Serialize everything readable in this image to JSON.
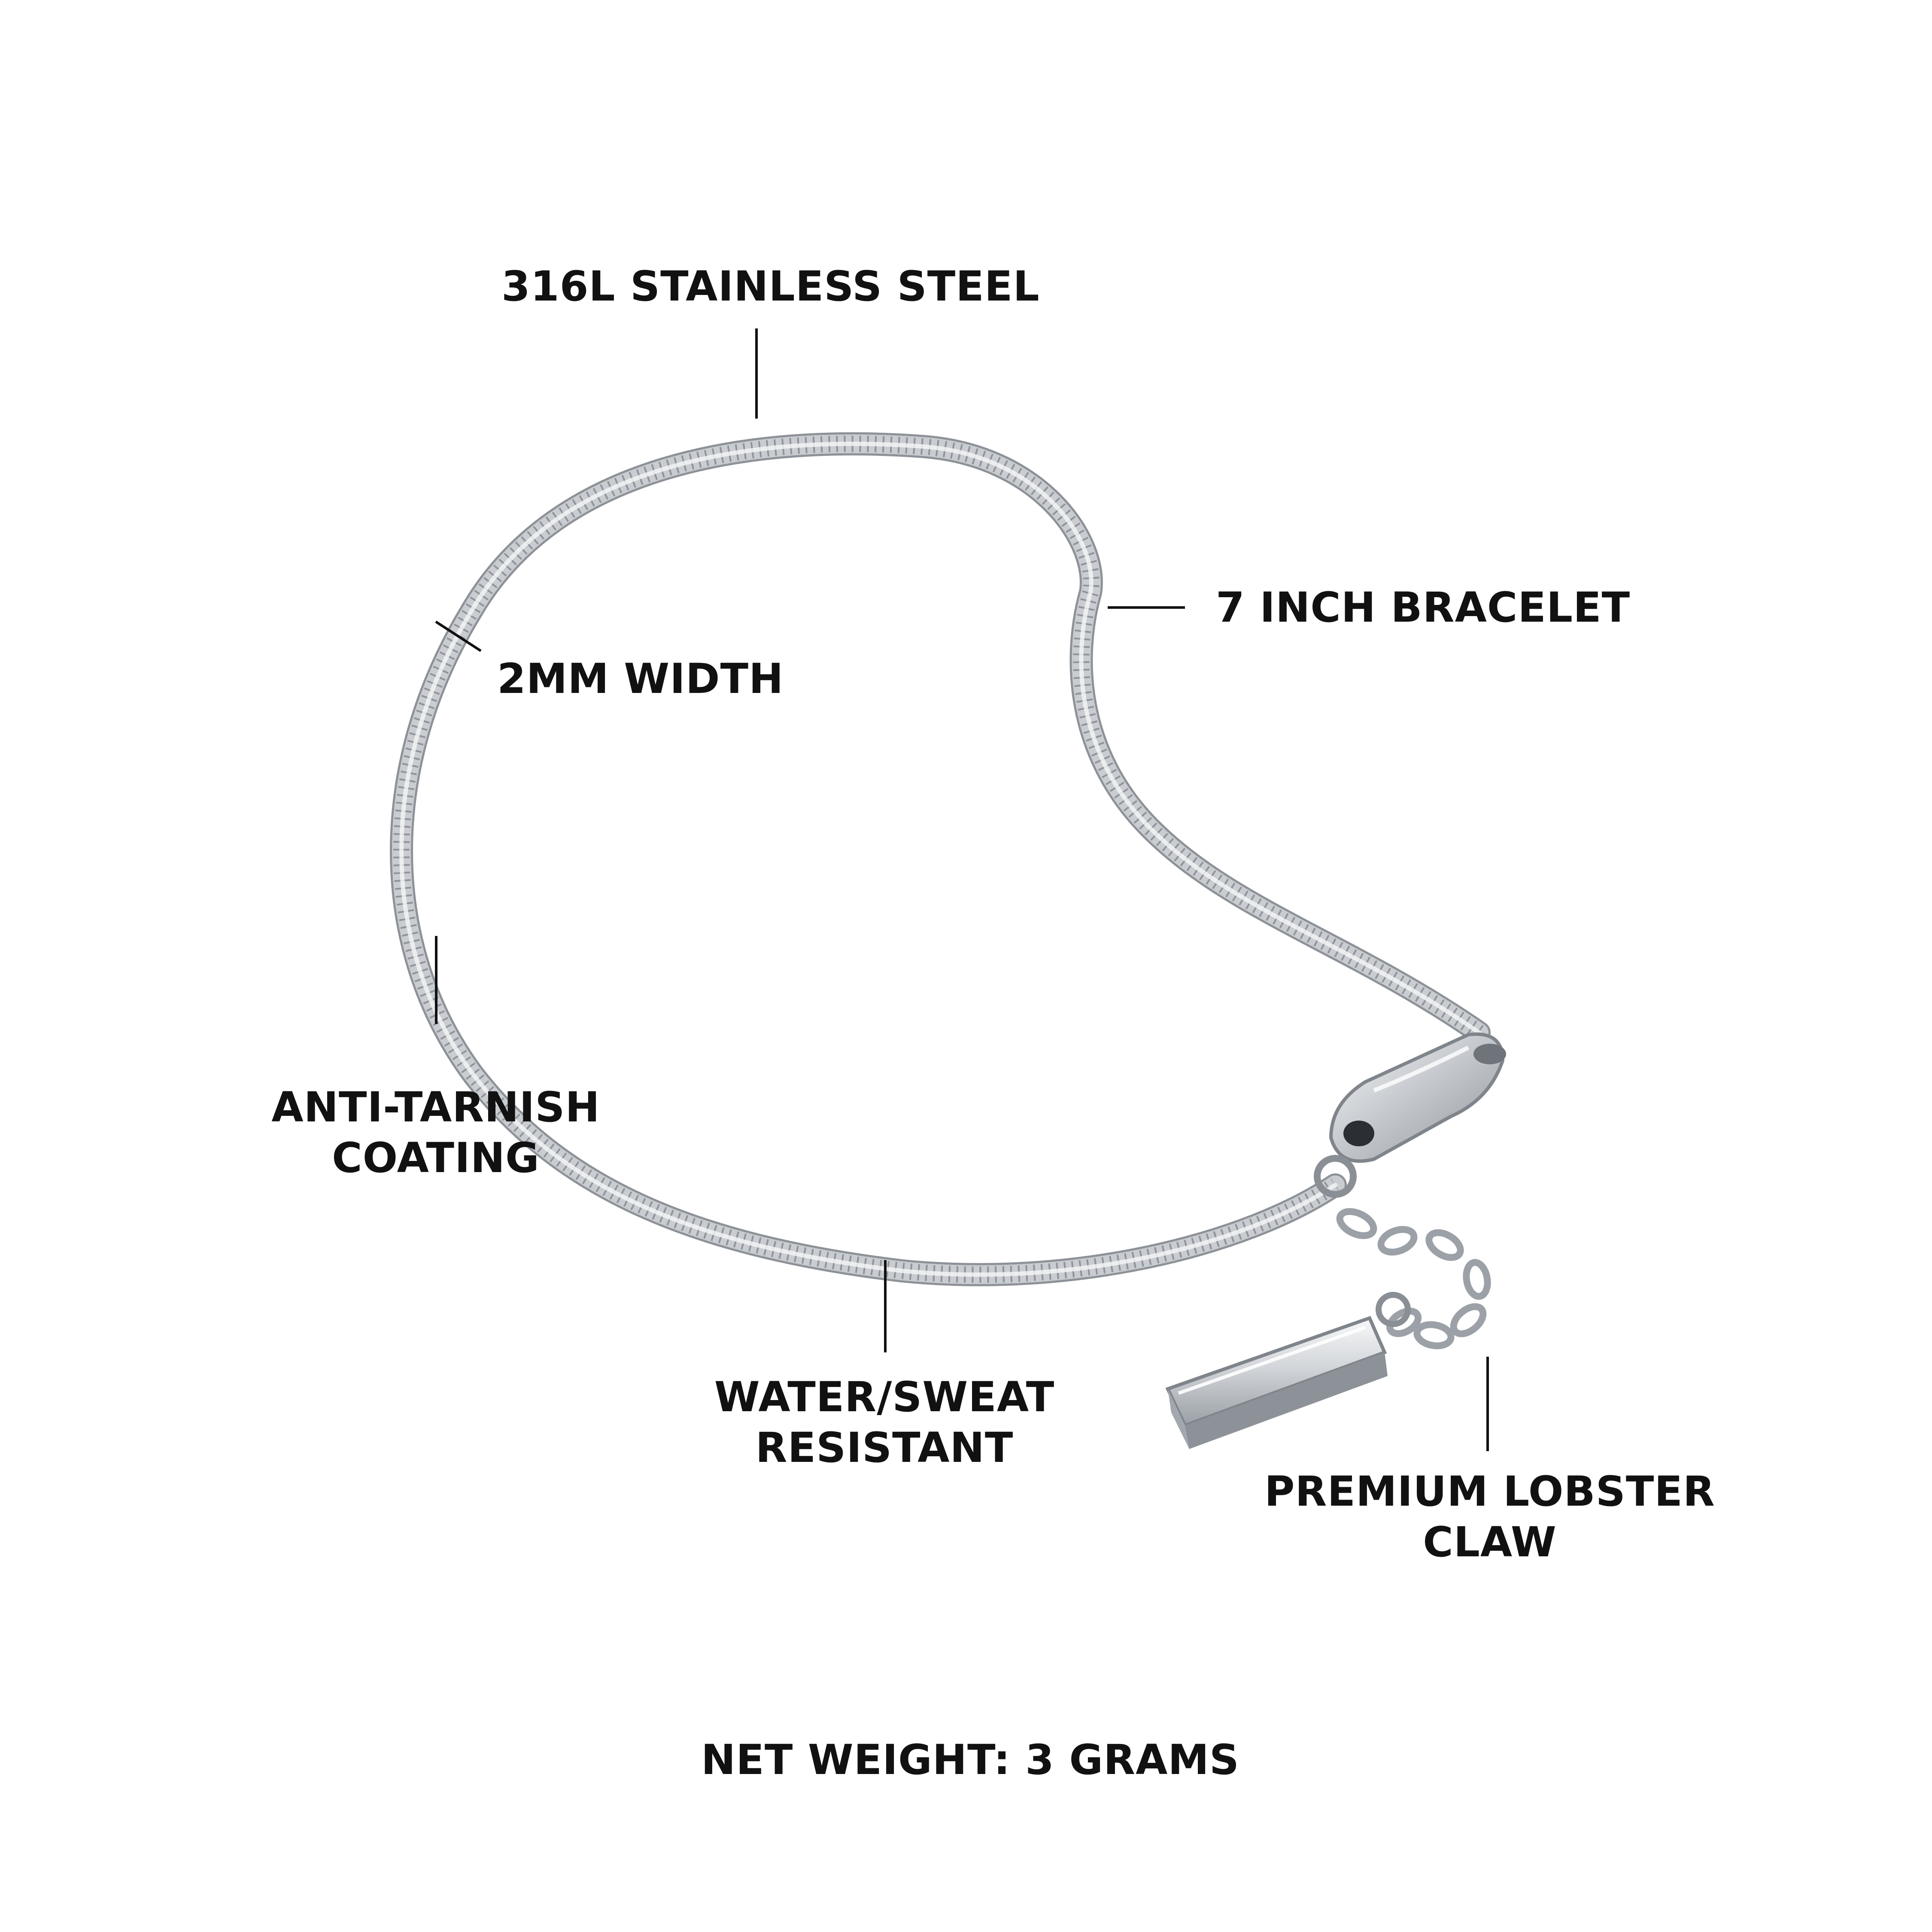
{
  "labels": {
    "material": "316L STAINLESS STEEL",
    "length": "7 INCH BRACELET",
    "width": "2MM WIDTH",
    "coating": [
      "ANTI-TARNISH",
      "COATING"
    ],
    "resistance": [
      "WATER/SWEAT",
      "RESISTANT"
    ],
    "clasp": [
      "PREMIUM LOBSTER",
      "CLAW"
    ],
    "weight": "NET WEIGHT: 3 GRAMS"
  },
  "colors": {
    "background": "#ffffff",
    "text": "#111111",
    "leader_line": "#111111",
    "chain": "#b8bcc2",
    "chain_highlight": "#eef0f2",
    "chain_shadow": "#8d9298"
  },
  "icons": {
    "product": "snake-chain-bracelet",
    "clasp": "lobster-claw-clasp",
    "tag": "bar-tag"
  }
}
